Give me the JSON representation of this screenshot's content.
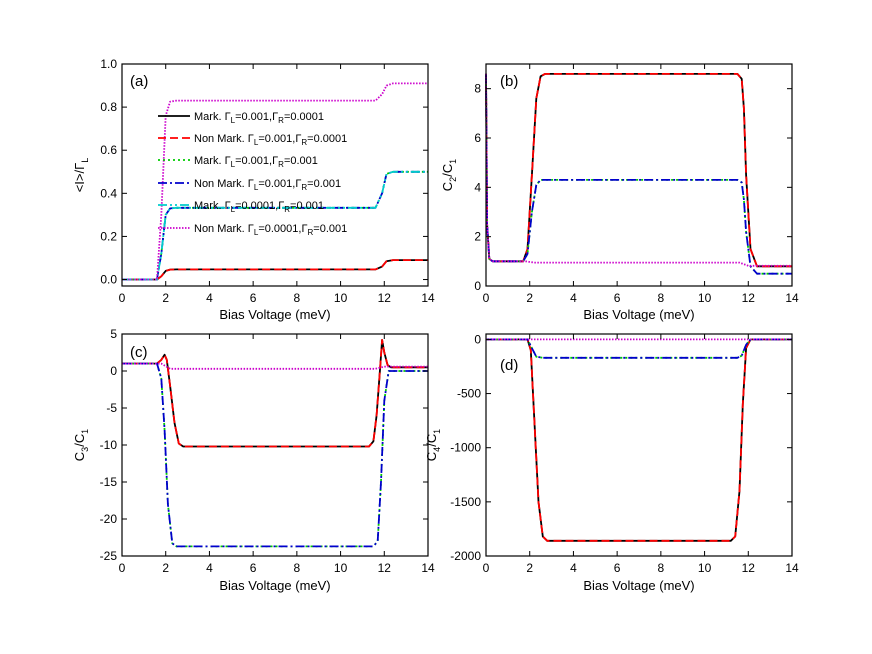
{
  "chart_data": [
    {
      "panel_label": "(a)",
      "type": "line",
      "xlabel": "Bias Voltage (meV)",
      "ylabel": "<I>/Γ",
      "ylabel_sub": "L",
      "xlim": [
        0,
        14
      ],
      "ylim": [
        -0.03,
        1.0
      ],
      "xticks": [
        0,
        2,
        4,
        6,
        8,
        10,
        12,
        14
      ],
      "yticks": [
        0.0,
        0.2,
        0.4,
        0.6,
        0.8,
        1.0
      ],
      "ytick_labels": [
        "0.0",
        "0.2",
        "0.4",
        "0.6",
        "0.8",
        "1.0"
      ],
      "legend": [
        {
          "name": "Mark. Γ_L=0.001,Γ_R=0.0001",
          "text": "Mark. ",
          "sym1": "Γ",
          "sub1": "L",
          "mid": "=0.001,",
          "sym2": "Γ",
          "sub2": "R",
          "tail": "=0.0001",
          "color": "#000000",
          "dash": "solid"
        },
        {
          "name": "Non Mark. Γ_L=0.001,Γ_R=0.0001",
          "text": "Non Mark. ",
          "sym1": "Γ",
          "sub1": "L",
          "mid": "=0.001,",
          "sym2": "Γ",
          "sub2": "R",
          "tail": "=0.0001",
          "color": "#ff0000",
          "dash": "dash"
        },
        {
          "name": "Mark. Γ_L=0.001,Γ_R=0.001",
          "text": "Mark. ",
          "sym1": "Γ",
          "sub1": "L",
          "mid": "=0.001,",
          "sym2": "Γ",
          "sub2": "R",
          "tail": "=0.001",
          "color": "#00cc00",
          "dash": "dot"
        },
        {
          "name": "Non Mark. Γ_L=0.001,Γ_R=0.001",
          "text": "Non Mark. ",
          "sym1": "Γ",
          "sub1": "L",
          "mid": "=0.001,",
          "sym2": "Γ",
          "sub2": "R",
          "tail": "=0.001",
          "color": "#0000cc",
          "dash": "dashdot"
        },
        {
          "name": "Mark. Γ_L=0.0001,Γ_R=0.001",
          "text": "Mark. ",
          "sym1": "Γ",
          "sub1": "L",
          "mid": "=0.0001,",
          "sym2": "Γ",
          "sub2": "R",
          "tail": "=0.001",
          "color": "#00cccc",
          "dash": "dashdotdot"
        },
        {
          "name": "Non Mark. Γ_L=0.0001,Γ_R=0.001",
          "text": "Non Mark. ",
          "sym1": "Γ",
          "sub1": "L",
          "mid": "=0.0001,",
          "sym2": "Γ",
          "sub2": "R",
          "tail": "=0.001",
          "color": "#cc00cc",
          "dash": "shortdot"
        }
      ],
      "series": [
        {
          "name": "Mark. Γ_L=0.001,Γ_R=0.0001",
          "color": "#000000",
          "dash": "solid",
          "x": [
            0,
            1.6,
            1.8,
            2.0,
            2.2,
            2.5,
            11.6,
            11.9,
            12.1,
            12.4,
            14
          ],
          "y": [
            0.0,
            0.0,
            0.015,
            0.04,
            0.046,
            0.047,
            0.047,
            0.06,
            0.085,
            0.09,
            0.09
          ]
        },
        {
          "name": "Non Mark. Γ_L=0.001,Γ_R=0.0001",
          "color": "#ff0000",
          "dash": "dash",
          "x": [
            0,
            1.6,
            1.8,
            2.0,
            2.2,
            2.5,
            11.6,
            11.9,
            12.1,
            12.4,
            14
          ],
          "y": [
            0.0,
            0.0,
            0.015,
            0.04,
            0.046,
            0.047,
            0.047,
            0.06,
            0.085,
            0.09,
            0.09
          ]
        },
        {
          "name": "Mark. Γ_L=0.001,Γ_R=0.001",
          "color": "#00cc00",
          "dash": "dot",
          "x": [
            0,
            1.6,
            1.8,
            2.0,
            2.2,
            2.5,
            11.6,
            11.9,
            12.1,
            12.4,
            14
          ],
          "y": [
            0.0,
            0.0,
            0.12,
            0.3,
            0.33,
            0.333,
            0.333,
            0.4,
            0.49,
            0.5,
            0.5
          ]
        },
        {
          "name": "Non Mark. Γ_L=0.001,Γ_R=0.001",
          "color": "#0000cc",
          "dash": "dashdot",
          "x": [
            0,
            1.6,
            1.8,
            2.0,
            2.2,
            2.5,
            11.6,
            11.9,
            12.1,
            12.4,
            14
          ],
          "y": [
            0.0,
            0.0,
            0.12,
            0.3,
            0.33,
            0.333,
            0.333,
            0.4,
            0.49,
            0.5,
            0.5
          ]
        },
        {
          "name": "Mark. Γ_L=0.0001,Γ_R=0.001",
          "color": "#00cccc",
          "dash": "dashdotdot",
          "x": [
            0,
            1.6,
            1.8,
            2.0,
            2.2,
            2.5,
            11.6,
            11.9,
            12.1,
            12.4,
            14
          ],
          "y": [
            0.0,
            0.0,
            0.12,
            0.3,
            0.33,
            0.333,
            0.333,
            0.4,
            0.49,
            0.5,
            0.5
          ]
        },
        {
          "name": "Non Mark. Γ_L=0.0001,Γ_R=0.001",
          "color": "#cc00cc",
          "dash": "shortdot",
          "x": [
            0,
            1.6,
            1.8,
            2.0,
            2.2,
            2.5,
            11.6,
            11.9,
            12.1,
            12.4,
            14
          ],
          "y": [
            0.0,
            0.0,
            0.3,
            0.76,
            0.825,
            0.83,
            0.83,
            0.86,
            0.9,
            0.91,
            0.91
          ]
        }
      ]
    },
    {
      "panel_label": "(b)",
      "type": "line",
      "xlabel": "Bias Voltage (meV)",
      "ylabel": "C",
      "ylabel_sub1": "2",
      "ylabel_mid": "/C",
      "ylabel_sub2": "1",
      "xlim": [
        0,
        14
      ],
      "ylim": [
        0,
        9
      ],
      "xticks": [
        0,
        2,
        4,
        6,
        8,
        10,
        12,
        14
      ],
      "yticks": [
        0,
        2,
        4,
        6,
        8
      ],
      "ytick_labels": [
        "0",
        "2",
        "4",
        "6",
        "8"
      ],
      "series": [
        {
          "name": "Mark. Γ_L=0.001,Γ_R=0.0001",
          "color": "#000000",
          "dash": "solid",
          "x": [
            0,
            0.05,
            0.15,
            0.3,
            1.7,
            1.9,
            2.1,
            2.3,
            2.5,
            2.7,
            11.5,
            11.7,
            11.8,
            11.9,
            12.1,
            12.4,
            14
          ],
          "y": [
            8.6,
            2.5,
            1.1,
            1.0,
            1.0,
            1.5,
            4.5,
            7.6,
            8.5,
            8.6,
            8.6,
            8.4,
            7.2,
            4.5,
            1.5,
            0.8,
            0.8
          ]
        },
        {
          "name": "Non Mark. Γ_L=0.001,Γ_R=0.0001",
          "color": "#ff0000",
          "dash": "dash",
          "x": [
            0,
            0.05,
            0.15,
            0.3,
            1.7,
            1.9,
            2.1,
            2.3,
            2.5,
            2.7,
            11.5,
            11.7,
            11.8,
            11.9,
            12.1,
            12.4,
            14
          ],
          "y": [
            8.6,
            2.5,
            1.1,
            1.0,
            1.0,
            1.5,
            4.5,
            7.6,
            8.5,
            8.6,
            8.6,
            8.4,
            7.2,
            4.5,
            1.5,
            0.8,
            0.8
          ]
        },
        {
          "name": "Mark. Γ_L=0.001,Γ_R=0.001",
          "color": "#00cc00",
          "dash": "dot",
          "x": [
            0,
            0.05,
            0.15,
            0.3,
            1.7,
            1.9,
            2.1,
            2.3,
            2.5,
            11.5,
            11.7,
            11.8,
            11.9,
            12.1,
            12.4,
            14
          ],
          "y": [
            8.6,
            2.5,
            1.1,
            1.0,
            1.0,
            1.3,
            3.0,
            4.1,
            4.3,
            4.3,
            4.2,
            3.5,
            2.2,
            0.8,
            0.5,
            0.5
          ]
        },
        {
          "name": "Non Mark. Γ_L=0.001,Γ_R=0.001",
          "color": "#0000cc",
          "dash": "dashdot",
          "x": [
            0,
            0.05,
            0.15,
            0.3,
            1.7,
            1.9,
            2.1,
            2.3,
            2.5,
            11.5,
            11.7,
            11.8,
            11.9,
            12.1,
            12.4,
            14
          ],
          "y": [
            8.6,
            2.5,
            1.1,
            1.0,
            1.0,
            1.3,
            3.0,
            4.1,
            4.3,
            4.3,
            4.2,
            3.5,
            2.2,
            0.8,
            0.5,
            0.5
          ]
        },
        {
          "name": "Non Mark. Γ_L=0.0001,Γ_R=0.001",
          "color": "#cc00cc",
          "dash": "shortdot",
          "x": [
            0,
            0.05,
            0.15,
            0.3,
            1.8,
            2.2,
            11.6,
            12.0,
            14
          ],
          "y": [
            8.6,
            2.5,
            1.1,
            1.0,
            1.0,
            0.95,
            0.95,
            0.82,
            0.82
          ]
        }
      ]
    },
    {
      "panel_label": "(c)",
      "type": "line",
      "xlabel": "Bias Voltage (meV)",
      "ylabel": "C",
      "ylabel_sub1": "3",
      "ylabel_mid": "/C",
      "ylabel_sub2": "1",
      "xlim": [
        0,
        14
      ],
      "ylim": [
        -25,
        5
      ],
      "xticks": [
        0,
        2,
        4,
        6,
        8,
        10,
        12,
        14
      ],
      "yticks": [
        5,
        0,
        -5,
        -10,
        -15,
        -20,
        -25
      ],
      "ytick_labels": [
        "5",
        "0",
        "-5",
        "-10",
        "-15",
        "-20",
        "-25"
      ],
      "series": [
        {
          "name": "Mark. Γ_L=0.001,Γ_R=0.0001",
          "color": "#000000",
          "dash": "solid",
          "x": [
            0,
            1.6,
            1.8,
            1.95,
            2.05,
            2.2,
            2.4,
            2.6,
            2.8,
            11.3,
            11.5,
            11.65,
            11.8,
            11.9,
            12.0,
            12.15,
            12.3,
            14
          ],
          "y": [
            1.0,
            1.0,
            1.5,
            2.2,
            1.5,
            -2.0,
            -7.0,
            -9.8,
            -10.2,
            -10.2,
            -9.5,
            -6.0,
            0.0,
            4.2,
            2.5,
            0.8,
            0.5,
            0.5
          ]
        },
        {
          "name": "Non Mark. Γ_L=0.001,Γ_R=0.0001",
          "color": "#ff0000",
          "dash": "dash",
          "x": [
            0,
            1.6,
            1.8,
            1.95,
            2.05,
            2.2,
            2.4,
            2.6,
            2.8,
            11.3,
            11.5,
            11.65,
            11.8,
            11.9,
            12.0,
            12.15,
            12.3,
            14
          ],
          "y": [
            1.0,
            1.0,
            1.5,
            2.2,
            1.5,
            -2.0,
            -7.0,
            -9.8,
            -10.2,
            -10.2,
            -9.5,
            -6.0,
            0.0,
            4.2,
            2.5,
            0.8,
            0.5,
            0.5
          ]
        },
        {
          "name": "Mark. Γ_L=0.001,Γ_R=0.001",
          "color": "#00cc00",
          "dash": "dot",
          "x": [
            0,
            1.6,
            1.8,
            1.95,
            2.1,
            2.3,
            2.5,
            11.5,
            11.7,
            11.85,
            12.0,
            12.2,
            14
          ],
          "y": [
            1.0,
            1.0,
            -1.0,
            -8.0,
            -18.0,
            -23.3,
            -23.7,
            -23.7,
            -23.0,
            -15.0,
            -4.0,
            0.0,
            0.0
          ]
        },
        {
          "name": "Non Mark. Γ_L=0.001,Γ_R=0.001",
          "color": "#0000cc",
          "dash": "dashdot",
          "x": [
            0,
            1.6,
            1.8,
            1.95,
            2.1,
            2.3,
            2.5,
            11.5,
            11.7,
            11.85,
            12.0,
            12.2,
            14
          ],
          "y": [
            1.0,
            1.0,
            -1.0,
            -8.0,
            -18.0,
            -23.3,
            -23.7,
            -23.7,
            -23.0,
            -15.0,
            -4.0,
            0.0,
            0.0
          ]
        },
        {
          "name": "Non Mark. Γ_L=0.0001,Γ_R=0.001",
          "color": "#cc00cc",
          "dash": "shortdot",
          "x": [
            0,
            1.8,
            2.2,
            11.6,
            12.0,
            14
          ],
          "y": [
            1.0,
            1.0,
            0.3,
            0.3,
            0.6,
            0.6
          ]
        }
      ]
    },
    {
      "panel_label": "(d)",
      "type": "line",
      "xlabel": "Bias Voltage (meV)",
      "ylabel": "C",
      "ylabel_sub1": "4",
      "ylabel_mid": "/C",
      "ylabel_sub2": "1",
      "xlim": [
        0,
        14
      ],
      "ylim": [
        -2000,
        50
      ],
      "xticks": [
        0,
        2,
        4,
        6,
        8,
        10,
        12,
        14
      ],
      "yticks": [
        0,
        -500,
        -1000,
        -1500,
        -2000
      ],
      "ytick_labels": [
        "0",
        "-500",
        "-1000",
        "-1500",
        "-2000"
      ],
      "series": [
        {
          "name": "Mark. Γ_L=0.001,Γ_R=0.0001",
          "color": "#000000",
          "dash": "solid",
          "x": [
            0,
            1.9,
            2.05,
            2.2,
            2.4,
            2.6,
            2.8,
            11.2,
            11.4,
            11.6,
            11.75,
            11.9,
            12.1,
            14
          ],
          "y": [
            0,
            0,
            -100,
            -700,
            -1500,
            -1820,
            -1860,
            -1860,
            -1820,
            -1400,
            -600,
            -80,
            0,
            0
          ]
        },
        {
          "name": "Non Mark. Γ_L=0.001,Γ_R=0.0001",
          "color": "#ff0000",
          "dash": "dash",
          "x": [
            0,
            1.9,
            2.05,
            2.2,
            2.4,
            2.6,
            2.8,
            11.2,
            11.4,
            11.6,
            11.75,
            11.9,
            12.1,
            14
          ],
          "y": [
            0,
            0,
            -100,
            -700,
            -1500,
            -1820,
            -1860,
            -1860,
            -1820,
            -1400,
            -600,
            -80,
            0,
            0
          ]
        },
        {
          "name": "Mark. Γ_L=0.001,Γ_R=0.001",
          "color": "#00cc00",
          "dash": "dot",
          "x": [
            0,
            1.9,
            2.1,
            2.3,
            2.6,
            11.5,
            11.7,
            11.9,
            12.1,
            14
          ],
          "y": [
            0,
            0,
            -80,
            -160,
            -170,
            -170,
            -150,
            -50,
            0,
            0
          ]
        },
        {
          "name": "Non Mark. Γ_L=0.001,Γ_R=0.001",
          "color": "#0000cc",
          "dash": "dashdot",
          "x": [
            0,
            1.9,
            2.1,
            2.3,
            2.6,
            11.5,
            11.7,
            11.9,
            12.1,
            14
          ],
          "y": [
            0,
            0,
            -80,
            -160,
            -170,
            -170,
            -150,
            -50,
            0,
            0
          ]
        },
        {
          "name": "Non Mark. Γ_L=0.0001,Γ_R=0.001",
          "color": "#cc00cc",
          "dash": "shortdot",
          "x": [
            0,
            14
          ],
          "y": [
            0,
            0
          ]
        }
      ]
    }
  ]
}
